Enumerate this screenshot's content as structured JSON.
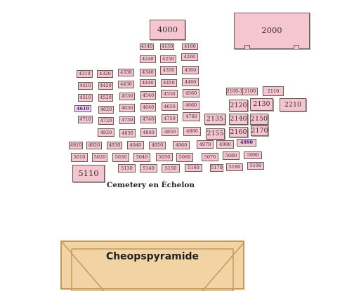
{
  "caption": "Cemetery en Èchelon",
  "pyramid_label": "Cheopspyramide",
  "colors": {
    "tomb_fill": "#f5c6cf",
    "tomb_border": "#6b5a5e",
    "pyramid_fill": "#f2d3a4",
    "pyramid_border": "#c49a55",
    "highlight_text": "#3b1b7a"
  },
  "tombs": [
    {
      "label": "4000"
    },
    {
      "label": "2000"
    },
    {
      "label": "4140"
    },
    {
      "label": "4150"
    },
    {
      "label": "4160"
    },
    {
      "label": "4240"
    },
    {
      "label": "4250"
    },
    {
      "label": "4260"
    },
    {
      "label": "4310"
    },
    {
      "label": "4320"
    },
    {
      "label": "4330"
    },
    {
      "label": "4340"
    },
    {
      "label": "4350"
    },
    {
      "label": "4360"
    },
    {
      "label": "4410"
    },
    {
      "label": "4420"
    },
    {
      "label": "4430"
    },
    {
      "label": "4440"
    },
    {
      "label": "4450"
    },
    {
      "label": "4460"
    },
    {
      "label": "4510"
    },
    {
      "label": "4520"
    },
    {
      "label": "4530"
    },
    {
      "label": "4540"
    },
    {
      "label": "4550"
    },
    {
      "label": "4560"
    },
    {
      "label": "4610"
    },
    {
      "label": "4620"
    },
    {
      "label": "4630"
    },
    {
      "label": "4640"
    },
    {
      "label": "4650"
    },
    {
      "label": "4660"
    },
    {
      "label": "4710"
    },
    {
      "label": "4720"
    },
    {
      "label": "4730"
    },
    {
      "label": "4740"
    },
    {
      "label": "4750"
    },
    {
      "label": "4760"
    },
    {
      "label": "4820"
    },
    {
      "label": "4830"
    },
    {
      "label": "4840"
    },
    {
      "label": "4850"
    },
    {
      "label": "4860"
    },
    {
      "label": "4910"
    },
    {
      "label": "4920"
    },
    {
      "label": "4930"
    },
    {
      "label": "4940"
    },
    {
      "label": "4950"
    },
    {
      "label": "4960"
    },
    {
      "label": "4970"
    },
    {
      "label": "4980"
    },
    {
      "label": "4990"
    },
    {
      "label": "5010"
    },
    {
      "label": "5020"
    },
    {
      "label": "5030"
    },
    {
      "label": "5040"
    },
    {
      "label": "5050"
    },
    {
      "label": "5060"
    },
    {
      "label": "5070"
    },
    {
      "label": "5080"
    },
    {
      "label": "5090"
    },
    {
      "label": "5110"
    },
    {
      "label": "5130"
    },
    {
      "label": "5140"
    },
    {
      "label": "5150"
    },
    {
      "label": "5160"
    },
    {
      "label": "5170"
    },
    {
      "label": "5180"
    },
    {
      "label": "5190"
    },
    {
      "label": "2100-1"
    },
    {
      "label": "2100"
    },
    {
      "label": "2110"
    },
    {
      "label": "2120"
    },
    {
      "label": "2130"
    },
    {
      "label": "2210"
    },
    {
      "label": "2135"
    },
    {
      "label": "2140"
    },
    {
      "label": "2150"
    },
    {
      "label": "2155"
    },
    {
      "label": "2160"
    },
    {
      "label": "2170"
    }
  ]
}
